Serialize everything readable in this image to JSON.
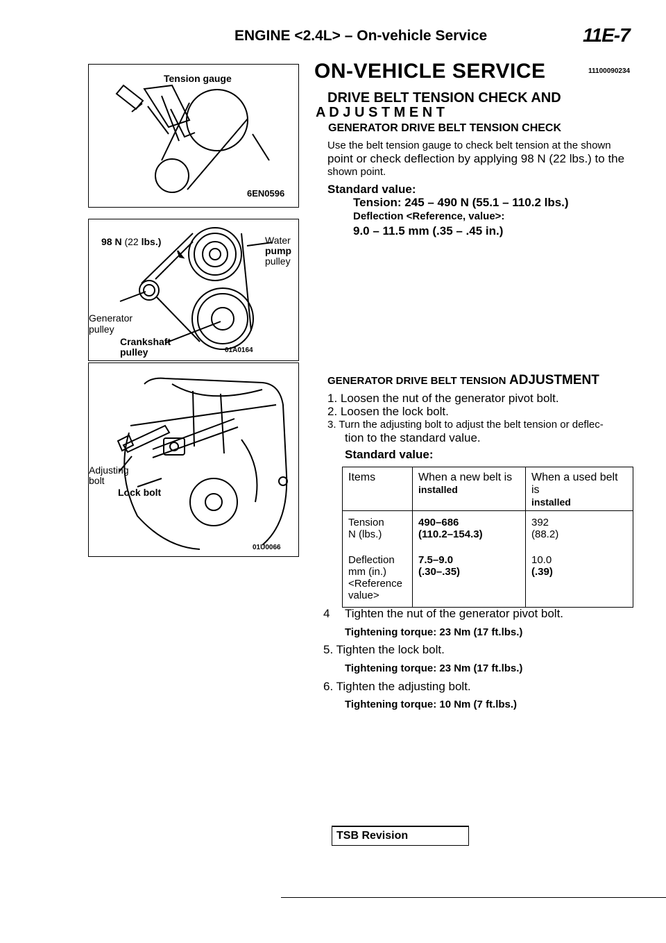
{
  "header": {
    "title": "ENGINE <2.4L> – On-vehicle Service",
    "page_code": "11E-7"
  },
  "figures": {
    "fig1": {
      "label": "Tension gauge",
      "code": "6EN0596"
    },
    "fig2": {
      "force_value": "98 N",
      "force_paren": "(22",
      "force_unit": "lbs.)",
      "water_pump_line1": "Water",
      "water_pump_line2": "pump",
      "water_pump_line3": "pulley",
      "generator_line1": "Generator",
      "generator_line2": "pulley",
      "crankshaft_line1": "Crankshaft",
      "crankshaft_line2": "pulley",
      "code": "01A0164"
    },
    "fig3": {
      "adjusting_line1": "Adjusting",
      "adjusting_line2": "bolt",
      "lock_bolt": "Lock bolt",
      "code": "01U0066"
    }
  },
  "content": {
    "section_title": "ON-VEHICLE SERVICE",
    "ref_id": "11100090234",
    "heading_line1": "DRIVE BELT TENSION CHECK AND",
    "heading_line2": "A D J U S T M E N T",
    "check_heading": "GENERATOR DRIVE BELT TENSION CHECK",
    "check_text_line1": "Use the belt tension gauge to check belt tension at the shown",
    "check_text_line2": "point or check deflection by applying 98 N (22 lbs.) to the",
    "check_text_line3": "shown point.",
    "standard_value_label": "Standard value:",
    "tension_value": "Tension: 245 – 490 N (55.1 – 110.2 lbs.)",
    "deflection_label": "Deflection <Reference, value>:",
    "deflection_value": "9.0 – 11.5 mm (.35 – .45 in.)",
    "adjust_heading_a": "GENERATOR DRIVE BELT TENSION",
    "adjust_heading_b": "ADJUSTMENT",
    "step1": "1. Loosen the nut of the generator pivot bolt.",
    "step2": "2. Loosen the lock bolt.",
    "step3_line1": "3.  Turn the adjusting bolt to adjust the belt tension or deflec-",
    "step3_line2": "tion to the standard value.",
    "standard_value_label2": "Standard value:",
    "step4_num": "4",
    "step4": "Tighten the nut of the generator pivot bolt.",
    "torque4": "Tightening torque: 23 Nm (17 ft.lbs.)",
    "step5": "5. Tighten the lock bolt.",
    "torque5": "Tightening torque: 23 Nm (17 ft.lbs.)",
    "step6": "6. Tighten the adjusting bolt.",
    "torque6": "Tightening torque: 10 Nm (7 ft.lbs.)"
  },
  "table": {
    "col_items": "Items",
    "col_new_a": "When a new belt is",
    "col_new_b": "installed",
    "col_used_a": "When a used belt is",
    "col_used_b": "installed",
    "row1_label_a": "Tension",
    "row1_label_b": "N (lbs.)",
    "row1_new_a": "490–686",
    "row1_new_b": "(110.2–154.3)",
    "row1_used_a": "392",
    "row1_used_b": "(88.2)",
    "row2_label_a": "Deflection",
    "row2_label_b": "mm (in.)",
    "row2_label_c": "<Reference",
    "row2_label_d": "value>",
    "row2_new_a": "7.5–9.0",
    "row2_new_b": "(.30–.35)",
    "row2_used_a": "10.0",
    "row2_used_b": "(.39)"
  },
  "footer": {
    "tsb": "TSB Revision"
  }
}
